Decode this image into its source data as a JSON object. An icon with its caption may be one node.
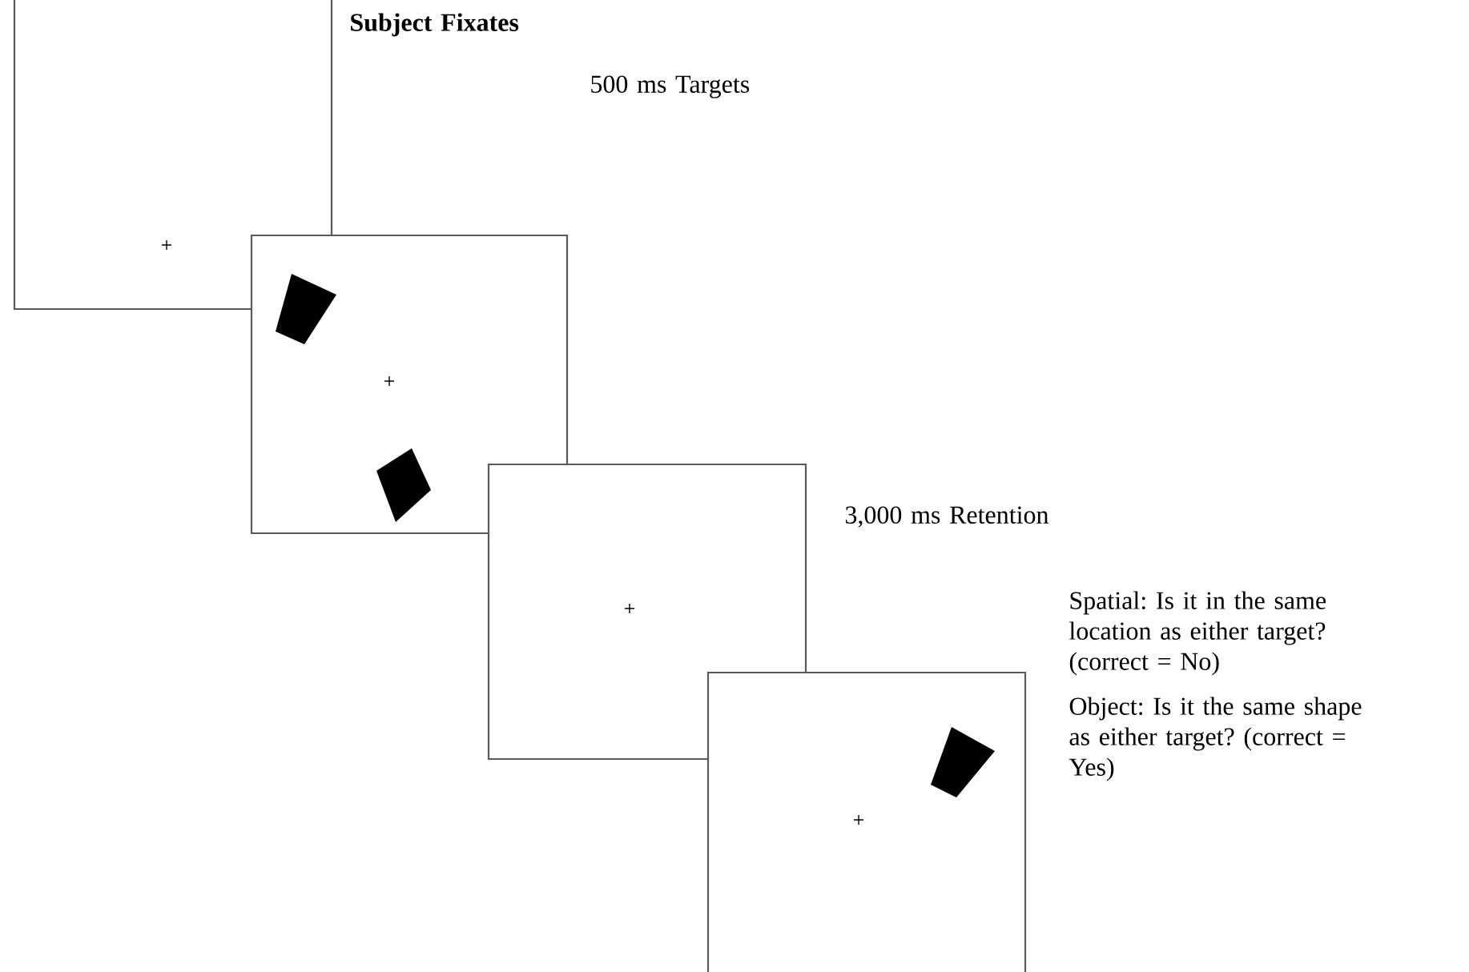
{
  "diagram": {
    "nodes": [
      {
        "text": [],
        "shape": "box",
        "beside": [
          "Subject Fixates"
        ]
      },
      {
        "text": [],
        "shape": "box"
      },
      {
        "text": [],
        "shape": "box",
        "beside": [
          "3,000 ms Retention"
        ]
      },
      {
        "text": [],
        "shape": "box",
        "beside": [
          "Spatial: Is it in the same location as either target? (correct = No)",
          "Object: Is it the same shape as either target? (correct = Yes)"
        ]
      }
    ],
    "labels": [
      "500 ms Targets"
    ]
  }
}
